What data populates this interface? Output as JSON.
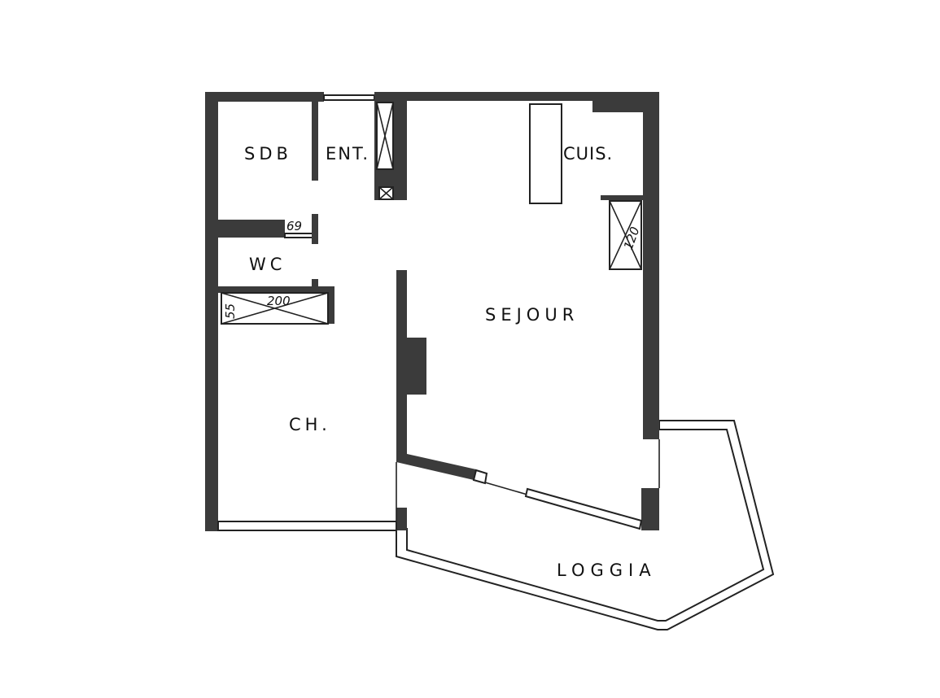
{
  "plan": {
    "rooms": {
      "sdb": "SDB",
      "ent": "ENT.",
      "cuis": "CUIS.",
      "wc": "WC",
      "sejour": "SEJOUR",
      "ch": "CH.",
      "loggia": "LOGGIA"
    },
    "dimensions": {
      "wc_door": "69",
      "wardrobe_length": "200",
      "wardrobe_depth": "55",
      "cupboard_length": "120"
    },
    "colors": {
      "wall": "#3b3b3b",
      "line": "#222222"
    }
  }
}
